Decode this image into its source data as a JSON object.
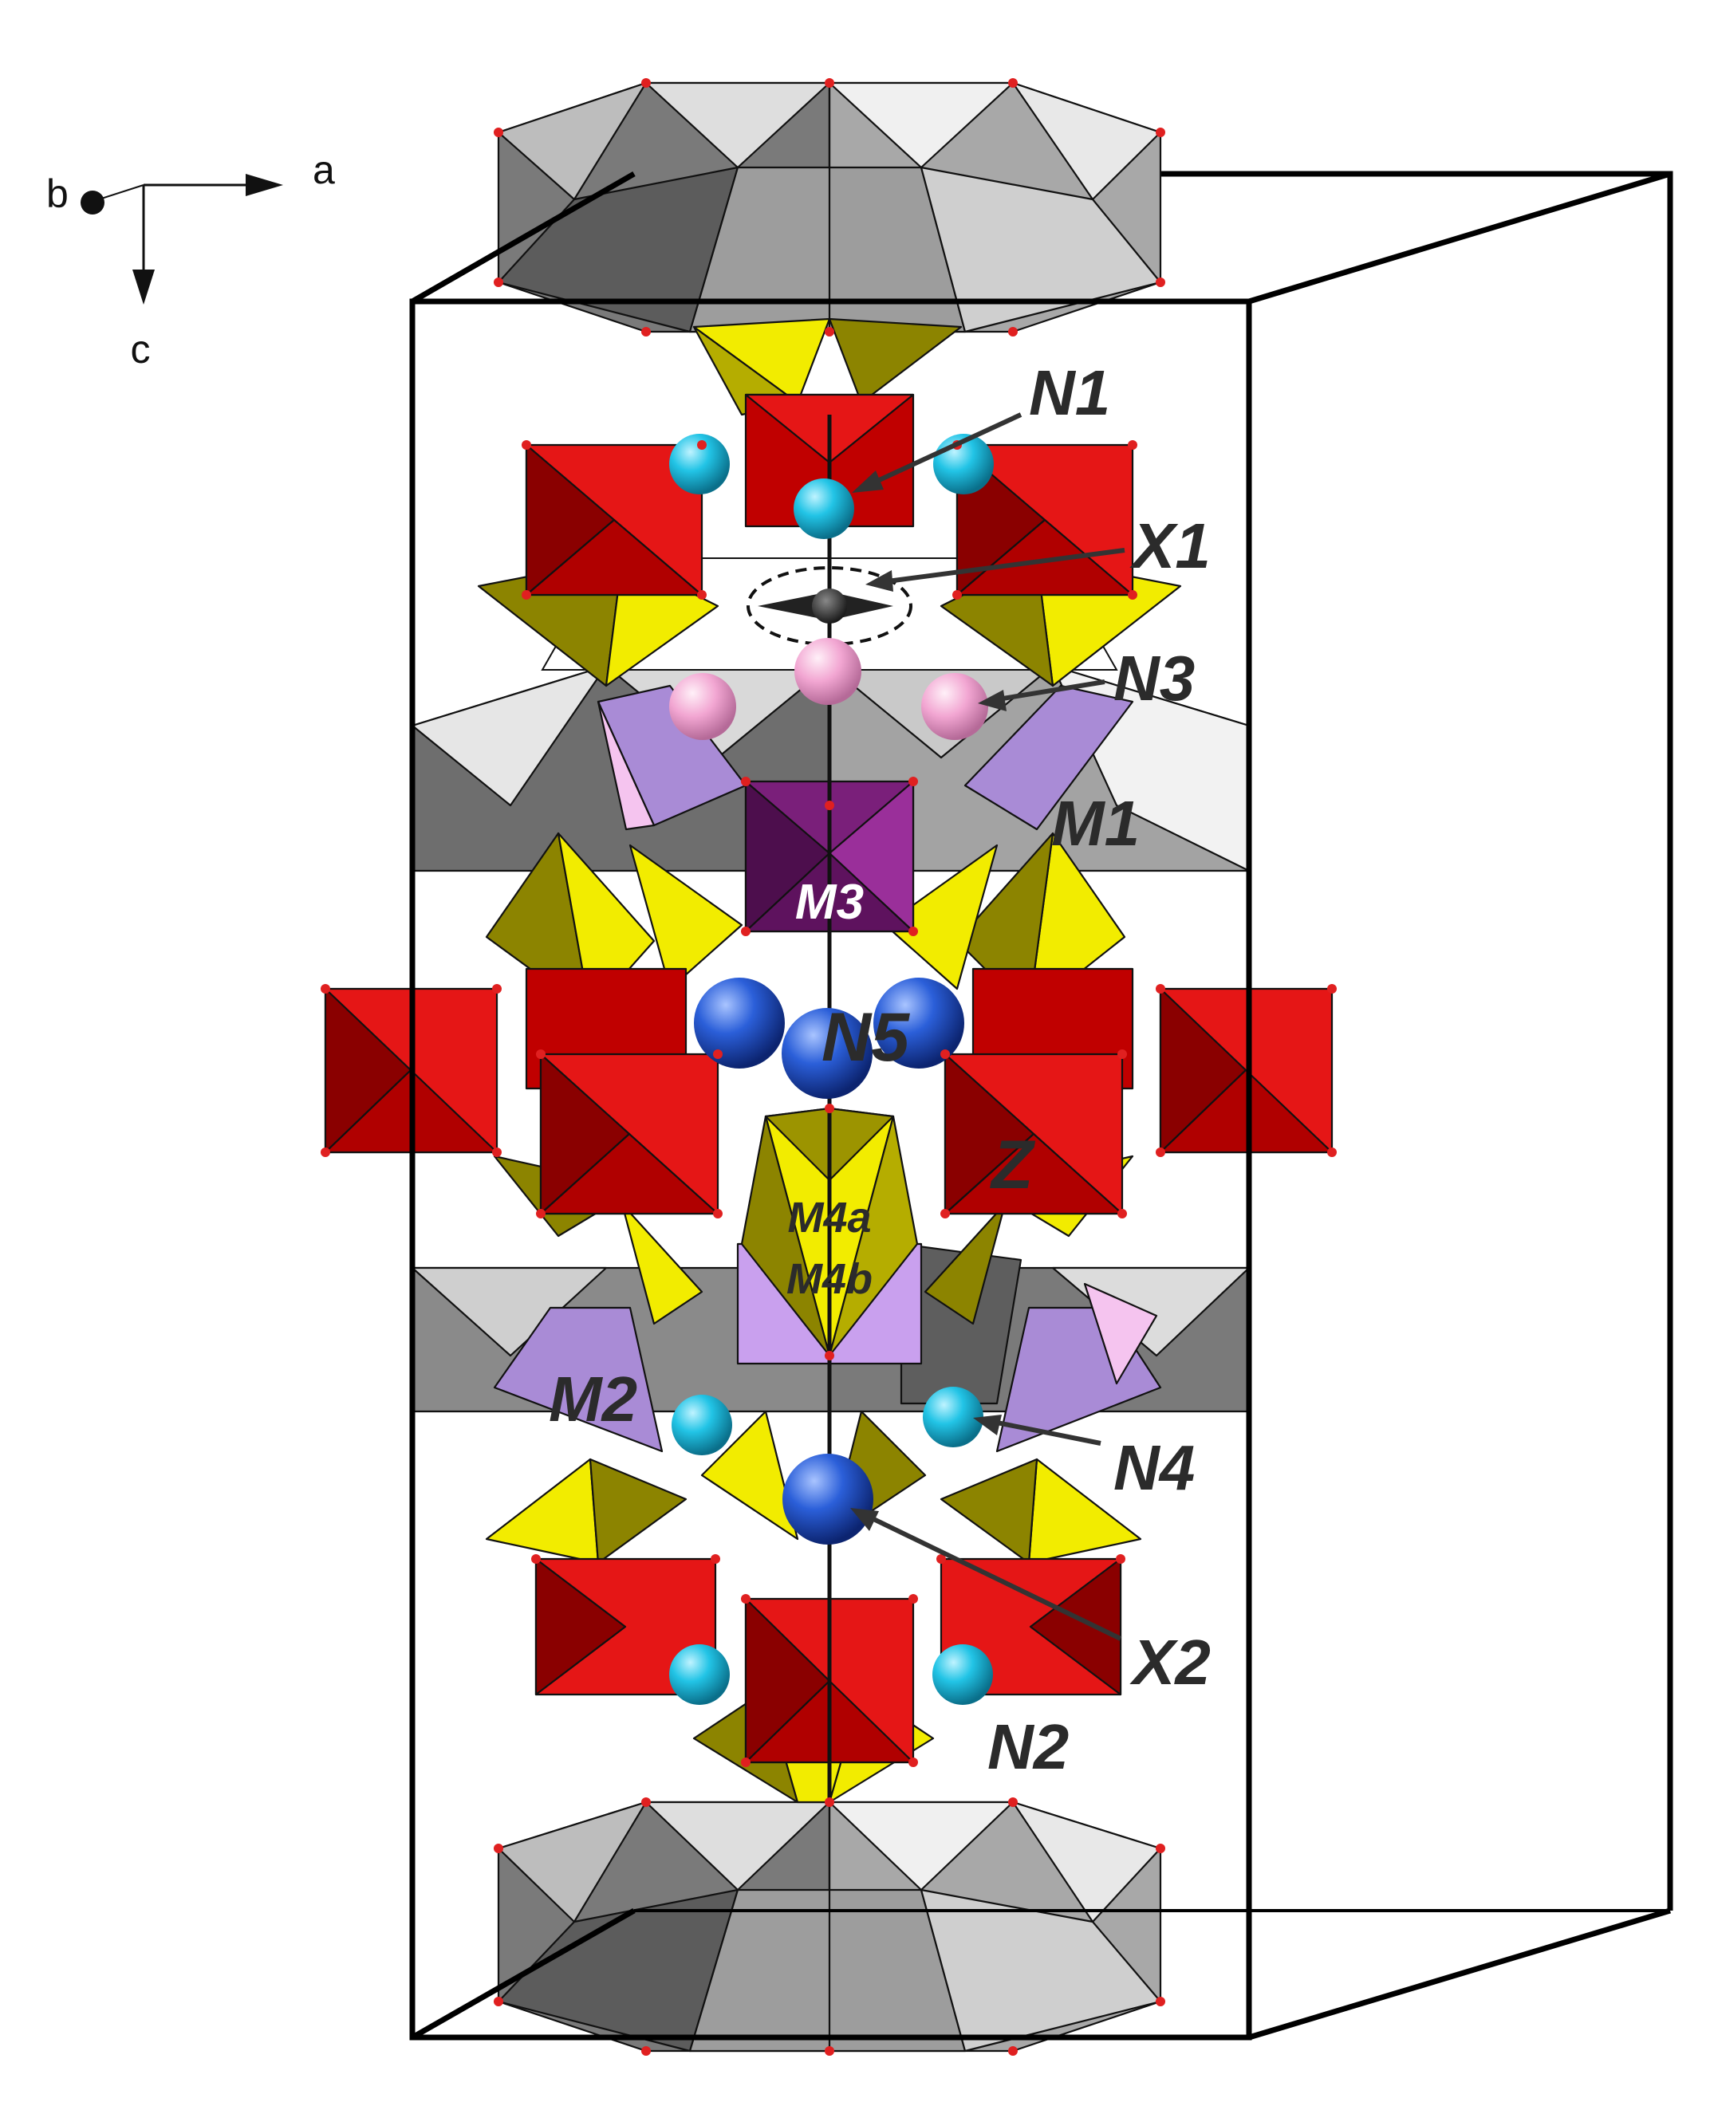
{
  "axes": {
    "a": "a",
    "b": "b",
    "c": "c"
  },
  "labels": {
    "N1": "N1",
    "X1": "X1",
    "N3": "N3",
    "M1": "M1",
    "M3": "M3",
    "N5": "N5",
    "Z": "Z",
    "M4a": "M4a",
    "M4b": "M4b",
    "M2": "M2",
    "N4": "N4",
    "X2": "X2",
    "N2": "N2"
  },
  "colors": {
    "octa_red": "#e51616",
    "octa_dark_red": "#8a0000",
    "tetra_yellow": "#f2ec00",
    "tetra_olive": "#8c8400",
    "gray_light": "#dcdcdc",
    "gray_mid": "#9a9a9a",
    "gray_dark": "#6a6a6a",
    "m3_purple": "#7a1f7a",
    "m2_violet": "#a98bd6",
    "m4b_lilac": "#c9a0ee",
    "n3_pink": "#f2a6d2",
    "cyan_atom": "#22c4e6",
    "blue_atom": "#2b5fd9"
  }
}
